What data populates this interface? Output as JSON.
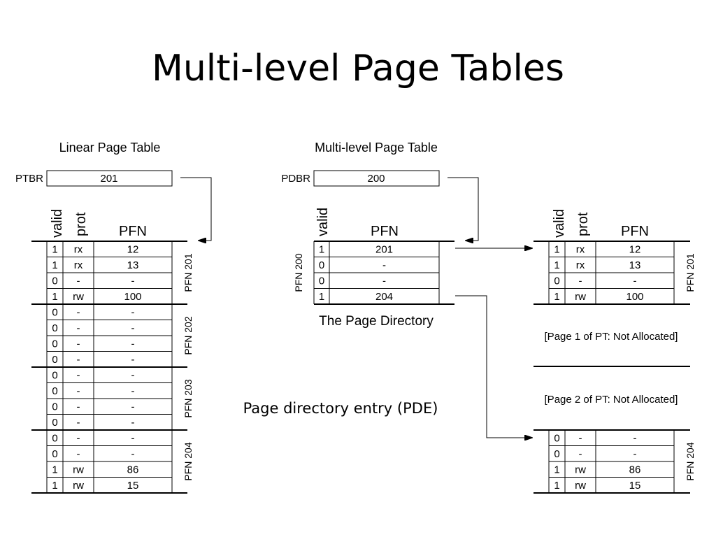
{
  "title": "Multi-level Page Tables",
  "linear": {
    "heading": "Linear Page Table",
    "reg_label": "PTBR",
    "reg_value": "201",
    "col_valid": "valid",
    "col_prot": "prot",
    "col_pfn": "PFN",
    "pages": [
      {
        "label": "PFN 201",
        "rows": [
          [
            "1",
            "rx",
            "12"
          ],
          [
            "1",
            "rx",
            "13"
          ],
          [
            "0",
            "-",
            "-"
          ],
          [
            "1",
            "rw",
            "100"
          ]
        ]
      },
      {
        "label": "PFN 202",
        "rows": [
          [
            "0",
            "-",
            "-"
          ],
          [
            "0",
            "-",
            "-"
          ],
          [
            "0",
            "-",
            "-"
          ],
          [
            "0",
            "-",
            "-"
          ]
        ]
      },
      {
        "label": "PFN 203",
        "rows": [
          [
            "0",
            "-",
            "-"
          ],
          [
            "0",
            "-",
            "-"
          ],
          [
            "0",
            "-",
            "-"
          ],
          [
            "0",
            "-",
            "-"
          ]
        ]
      },
      {
        "label": "PFN 204",
        "rows": [
          [
            "0",
            "-",
            "-"
          ],
          [
            "0",
            "-",
            "-"
          ],
          [
            "1",
            "rw",
            "86"
          ],
          [
            "1",
            "rw",
            "15"
          ]
        ]
      }
    ]
  },
  "multilevel": {
    "heading": "Multi-level Page Table",
    "reg_label": "PDBR",
    "reg_value": "200",
    "dir": {
      "col_valid": "valid",
      "col_pfn": "PFN",
      "label": "PFN 200",
      "caption": "The Page Directory",
      "rows": [
        [
          "1",
          "201"
        ],
        [
          "0",
          "-"
        ],
        [
          "0",
          "-"
        ],
        [
          "1",
          "204"
        ]
      ]
    },
    "pt_top": {
      "col_valid": "valid",
      "col_prot": "prot",
      "col_pfn": "PFN",
      "label": "PFN 201",
      "rows": [
        [
          "1",
          "rx",
          "12"
        ],
        [
          "1",
          "rx",
          "13"
        ],
        [
          "0",
          "-",
          "-"
        ],
        [
          "1",
          "rw",
          "100"
        ]
      ]
    },
    "not_alloc_1": "[Page 1 of PT: Not Allocated]",
    "not_alloc_2": "[Page 2 of PT: Not Allocated]",
    "pt_bottom": {
      "label": "PFN 204",
      "rows": [
        [
          "0",
          "-",
          "-"
        ],
        [
          "0",
          "-",
          "-"
        ],
        [
          "1",
          "rw",
          "86"
        ],
        [
          "1",
          "rw",
          "15"
        ]
      ]
    }
  },
  "pde_caption": "Page directory entry (PDE)"
}
